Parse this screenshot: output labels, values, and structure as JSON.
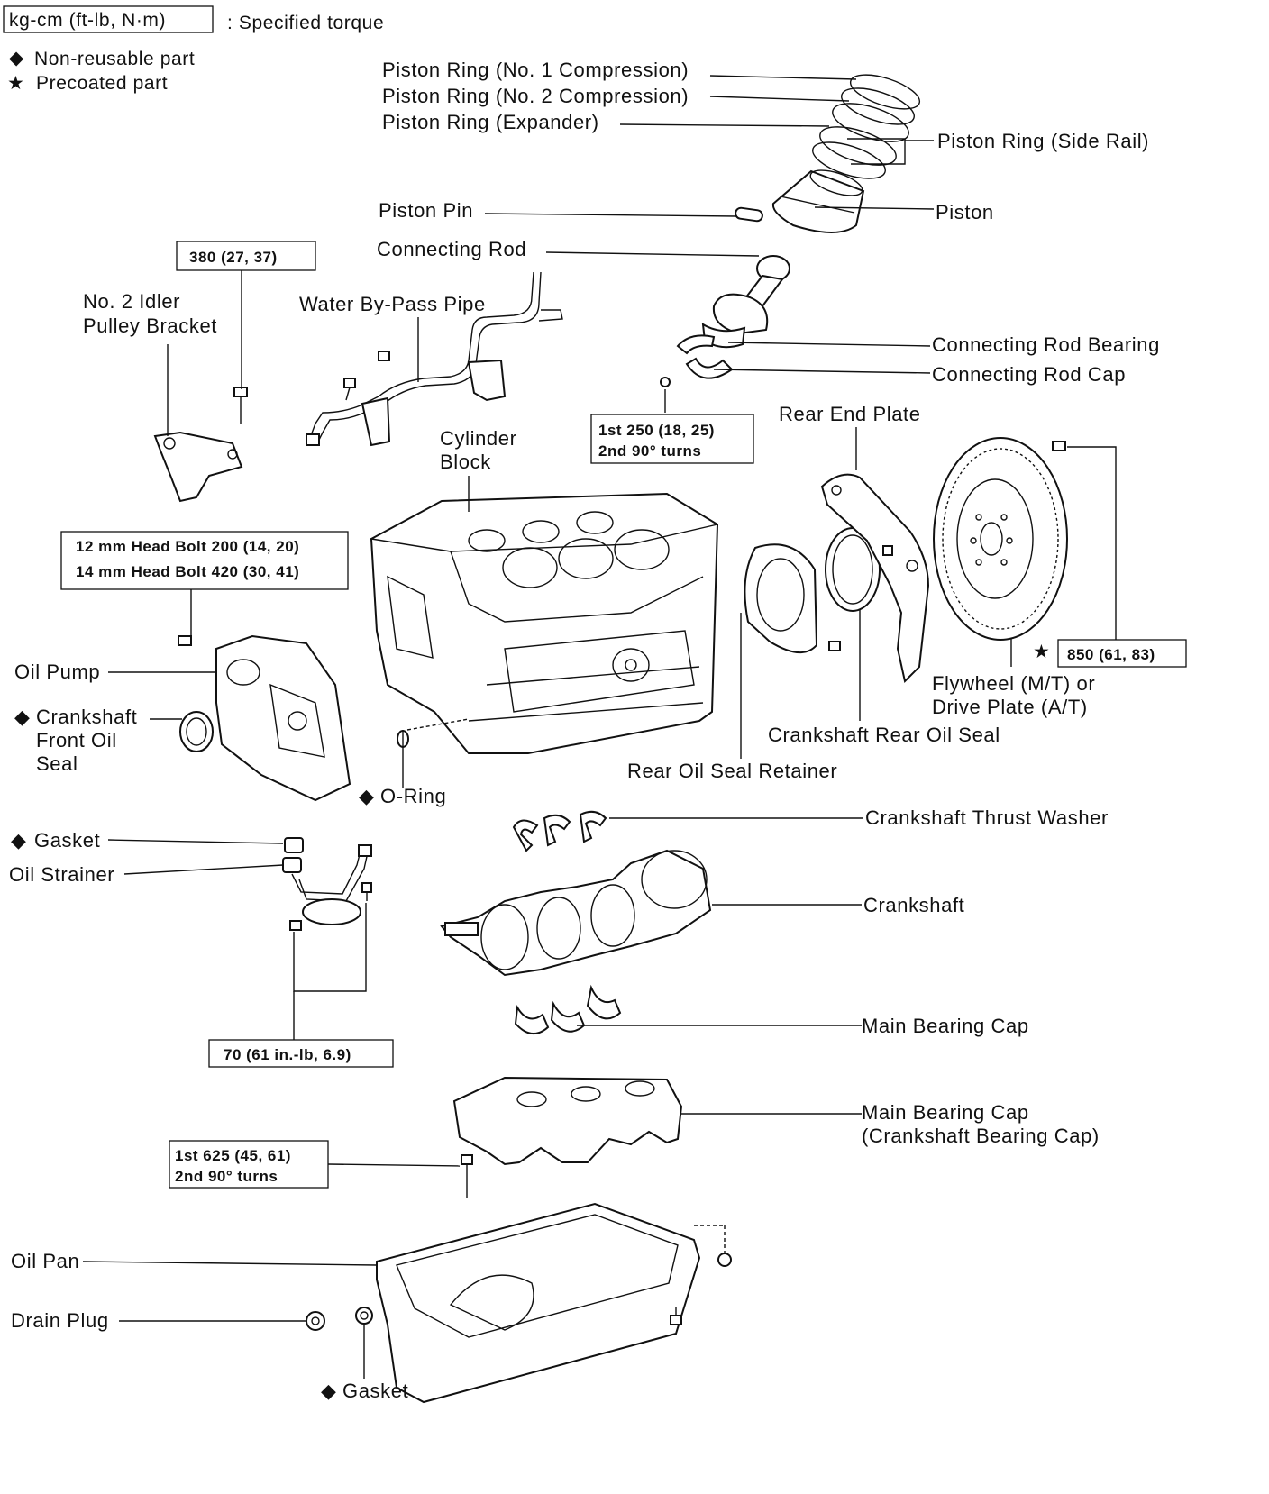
{
  "legend": {
    "unit_box": "kg-cm (ft-lb, N·m)",
    "unit_desc": ": Specified torque",
    "non_reusable": "Non-reusable part",
    "precoated": "Precoated part"
  },
  "symbols": {
    "non_reusable": "◆",
    "precoated": "★"
  },
  "labels": {
    "ring1": "Piston Ring (No. 1 Compression)",
    "ring2": "Piston Ring (No. 2 Compression)",
    "ring_exp": "Piston Ring (Expander)",
    "ring_side": "Piston Ring (Side Rail)",
    "piston_pin": "Piston Pin",
    "piston": "Piston",
    "con_rod": "Connecting Rod",
    "water_pipe": "Water By-Pass Pipe",
    "idler_1": "No. 2 Idler",
    "idler_2": "Pulley Bracket",
    "rod_bearing": "Connecting Rod Bearing",
    "rod_cap": "Connecting Rod Cap",
    "rear_end_plate": "Rear End Plate",
    "cyl_1": "Cylinder",
    "cyl_2": "Block",
    "oil_pump": "Oil Pump",
    "cs_front_1": "Crankshaft",
    "cs_front_2": "Front Oil",
    "cs_front_3": "Seal",
    "o_ring": "O-Ring",
    "flywheel_1": "Flywheel (M/T) or",
    "flywheel_2": "Drive Plate (A/T)",
    "cs_rear_seal": "Crankshaft Rear Oil Seal",
    "rear_retainer": "Rear Oil Seal Retainer",
    "thrust_washer": "Crankshaft Thrust Washer",
    "gasket_top": "Gasket",
    "oil_strainer": "Oil Strainer",
    "crankshaft": "Crankshaft",
    "main_cap": "Main Bearing Cap",
    "main_cap2_1": "Main Bearing Cap",
    "main_cap2_2": "(Crankshaft Bearing Cap)",
    "oil_pan": "Oil Pan",
    "drain_plug": "Drain Plug",
    "gasket_bottom": "Gasket"
  },
  "torque": {
    "idler": "380 (27, 37)",
    "rod_1": "1st  250 (18, 25)",
    "rod_2": "2nd  90° turns",
    "head_1": "12 mm Head Bolt 200 (14, 20)",
    "head_2": "14 mm Head Bolt 420 (30, 41)",
    "flywheel": "850 (61, 83)",
    "strainer": "70 (61 in.-lb, 6.9)",
    "main_1": "1st  625 (45, 61)",
    "main_2": "2nd  90° turns"
  }
}
